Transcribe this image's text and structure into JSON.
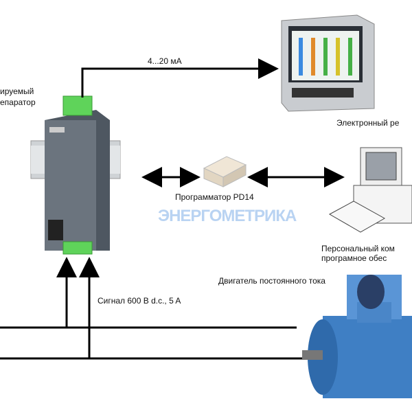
{
  "labels": {
    "signal_out": "4...20 мА",
    "separator_line1": "ируемый",
    "separator_line2": "епаратор",
    "recorder": "Электронный ре",
    "programmer": "Программатор PD14",
    "pc_line1": "Персональный ком",
    "pc_line2": "програмное обес",
    "motor": "Двигатель постоянного тока",
    "signal_in": "Сигнал 600 В d.c., 5 A"
  },
  "watermark": "ЭНЕРГОМЕТРИКА",
  "colors": {
    "terminal": "#5fd35a",
    "device": "#5c6570",
    "motor": "#3f7fc4",
    "watermark": "#b9d3f2"
  }
}
